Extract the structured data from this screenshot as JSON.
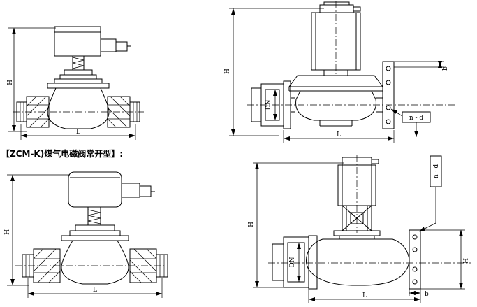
{
  "colors": {
    "background": "#ffffff",
    "ink": "#000000"
  },
  "section_label": "【ZCM-K)煤气电磁阀常开型】:",
  "diagrams": {
    "top_left": {
      "dims": {
        "height": "H",
        "length": "L"
      }
    },
    "top_right": {
      "dims": {
        "height": "H",
        "bore": "DN",
        "length": "L",
        "bolt_spec": "n - d",
        "flange_thickness": "b"
      }
    },
    "bottom_left": {
      "dims": {
        "height": "H",
        "length": "L"
      }
    },
    "bottom_right": {
      "dims": {
        "height": "H",
        "bore": "DN",
        "length": "L",
        "bolt_spec": "n - d",
        "right_height": "H",
        "flange_thickness": "b"
      }
    }
  }
}
